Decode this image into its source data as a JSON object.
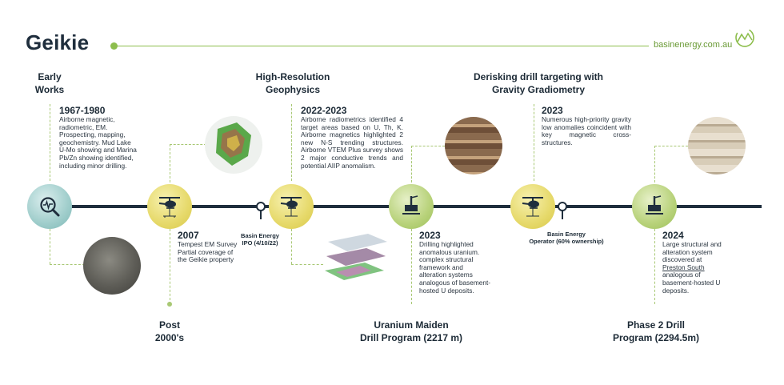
{
  "header": {
    "title": "Geikie",
    "website": "basinenergy.com.au"
  },
  "phases": {
    "early_works": "Early\nWorks",
    "high_res": "High-Resolution\nGeophysics",
    "derisking": "Derisking drill targeting with\nGravity Gradiometry",
    "post2000": "Post\n2000's",
    "uranium_maiden": "Uranium Maiden\nDrill Program (2217 m)",
    "phase2": "Phase 2 Drill\nProgram (2294.5m)"
  },
  "events": {
    "e1967": {
      "year": "1967-1980",
      "text": "Airborne magnetic, radiometric, EM. Prospecting, mapping, geochemistry. Mud Lake U-Mo showing and Marina Pb/Zn showing identified, including minor drilling."
    },
    "e2007": {
      "year": "2007",
      "text": "Tempest EM Survey Partial coverage of the Geikie property"
    },
    "e2022": {
      "year": "2022-2023",
      "text": "Airborne radiometrics identified 4 target areas based on U, Th, K. Airborne magnetics highlighted 2 new N-S trending structures. Airborne VTEM Plus survey shows 2 major conductive trends and potential AIIP anomalism."
    },
    "e2023a": {
      "year": "2023",
      "text": "Drilling highlighted anomalous uranium. complex structural framework and alteration systems analogous of basement-hosted U deposits."
    },
    "e2023b": {
      "year": "2023",
      "text": "Numerous high-priority gravity low anomalies coincident with key magnetic cross-structures."
    },
    "e2024": {
      "year": "2024",
      "text_before": "Large structural and alteration system discovered at",
      "link": "Preston South",
      "text_after": "analogous of basement-hosted U deposits."
    }
  },
  "milestones": {
    "ipo": "Basin Energy\nIPO (4/10/22)",
    "operator": "Basin Energy\nOperator (60% ownership)"
  },
  "icons": {
    "analysis": "magnifier-chart-icon",
    "helicopter": "helicopter-icon",
    "drill_rig": "drill-rig-icon",
    "brand": "mountain-logo-icon"
  },
  "colors": {
    "accent": "#8dbe4d",
    "navy": "#1f2e3d",
    "yellow": "#e6d96a",
    "teal": "#9fcdcb"
  }
}
